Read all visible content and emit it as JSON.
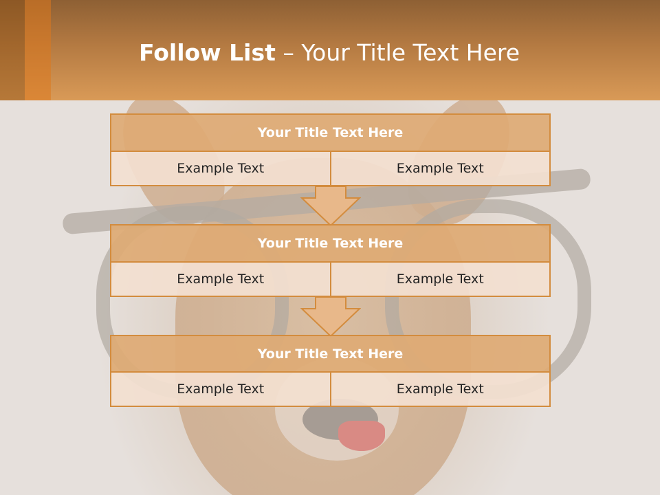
{
  "slide": {
    "title_bold": "Follow List",
    "title_rest": " – Your Title Text Here"
  },
  "blocks": [
    {
      "heading": "Your Title Text Here",
      "left": "Example Text",
      "right": "Example Text"
    },
    {
      "heading": "Your Title Text Here",
      "left": "Example Text",
      "right": "Example Text"
    },
    {
      "heading": "Your Title Text Here",
      "left": "Example Text",
      "right": "Example Text"
    }
  ],
  "colors": {
    "accent": "#d38c3e",
    "header_fill": "#deaa74",
    "cell_fill": "#f3e0d0"
  }
}
